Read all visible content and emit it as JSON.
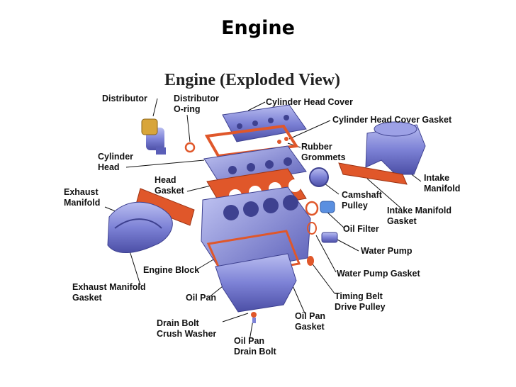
{
  "slide": {
    "title": "Engine"
  },
  "diagram": {
    "title": "Engine (Exploded View)",
    "colors": {
      "engine_parts": "#7d82d6",
      "engine_shadow": "#4c4fa6",
      "gasket": "#e0572a",
      "accent_gold": "#d8a53a"
    },
    "labels": {
      "distributor": [
        "Distributor"
      ],
      "distributor_oring": [
        "Distributor",
        "O-ring"
      ],
      "cylinder_head_cover": [
        "Cylinder Head Cover"
      ],
      "cylinder_head_cover_gasket": [
        "Cylinder Head Cover Gasket"
      ],
      "rubber_grommets": [
        "Rubber",
        "Grommets"
      ],
      "cylinder_head": [
        "Cylinder",
        "Head"
      ],
      "head_gasket": [
        "Head",
        "Gasket"
      ],
      "intake_manifold": [
        "Intake",
        "Manifold"
      ],
      "exhaust_manifold": [
        "Exhaust",
        "Manifold"
      ],
      "camshaft_pulley": [
        "Camshaft",
        "Pulley"
      ],
      "intake_manifold_gasket": [
        "Intake Manifold",
        "Gasket"
      ],
      "oil_filter": [
        "Oil Filter"
      ],
      "water_pump": [
        "Water Pump"
      ],
      "engine_block": [
        "Engine Block"
      ],
      "water_pump_gasket": [
        "Water Pump Gasket"
      ],
      "exhaust_manifold_gasket": [
        "Exhaust Manifold",
        "Gasket"
      ],
      "oil_pan": [
        "Oil Pan"
      ],
      "timing_belt_drive_pulley": [
        "Timing Belt",
        "Drive Pulley"
      ],
      "oil_pan_gasket": [
        "Oil Pan",
        "Gasket"
      ],
      "drain_bolt_crush_washer": [
        "Drain Bolt",
        "Crush Washer"
      ],
      "oil_pan_drain_bolt": [
        "Oil Pan",
        "Drain Bolt"
      ]
    }
  }
}
